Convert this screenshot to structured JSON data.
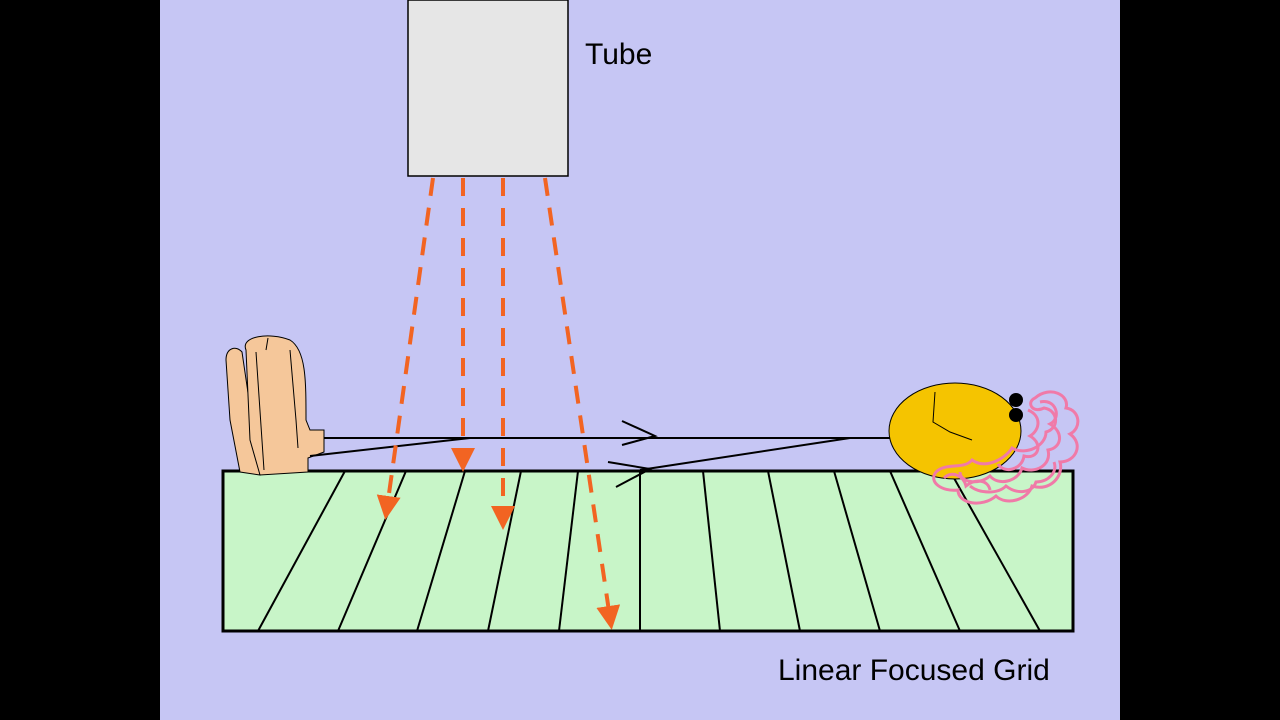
{
  "labels": {
    "tube": "Tube",
    "grid": "Linear Focused Grid"
  },
  "colors": {
    "slide_background": "#c6c6f4",
    "letterbox": "#000000",
    "tube_fill": "#e6e6e6",
    "grid_fill": "#c8f5c8",
    "beam": "#f26422",
    "chair": "#f5c79a",
    "head": "#f5c400",
    "hair": "#f07aa8",
    "outline": "#000000"
  },
  "icons": {
    "tube": "x-ray-tube-box",
    "chair": "chair-icon",
    "head": "patient-head-icon",
    "hair": "hair-scribble"
  }
}
